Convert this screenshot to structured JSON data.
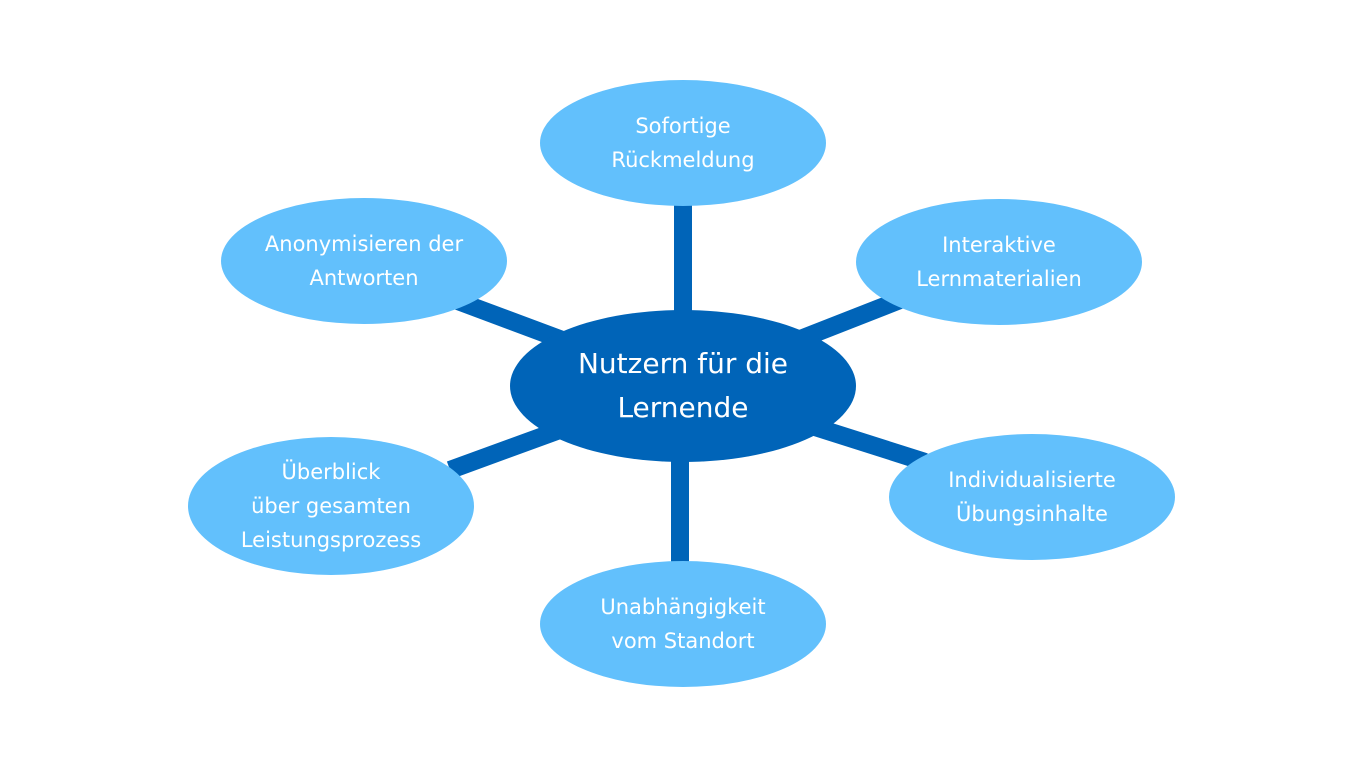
{
  "colors": {
    "center_fill": "#0064b8",
    "satellite_fill": "#62c0fc",
    "connector": "#0064b8",
    "text": "#ffffff",
    "background": "#ffffff"
  },
  "center": {
    "label": "Nutzern für die\nLernende"
  },
  "nodes": [
    {
      "id": "sofortige-rueckmeldung",
      "label": "Sofortige\nRückmeldung"
    },
    {
      "id": "interaktive-lernmaterialien",
      "label": "Interaktive\nLernmaterialien"
    },
    {
      "id": "individualisierte-uebungsinhalte",
      "label": "Individualisierte\nÜbungsinhalte"
    },
    {
      "id": "unabhaengigkeit-vom-standort",
      "label": "Unabhängigkeit\nvom Standort"
    },
    {
      "id": "ueberblick-leistungsprozess",
      "label": "Überblick\nüber gesamten\nLeistungsprozess"
    },
    {
      "id": "anonymisieren-der-antworten",
      "label": "Anonymisieren der\nAntworten"
    }
  ]
}
